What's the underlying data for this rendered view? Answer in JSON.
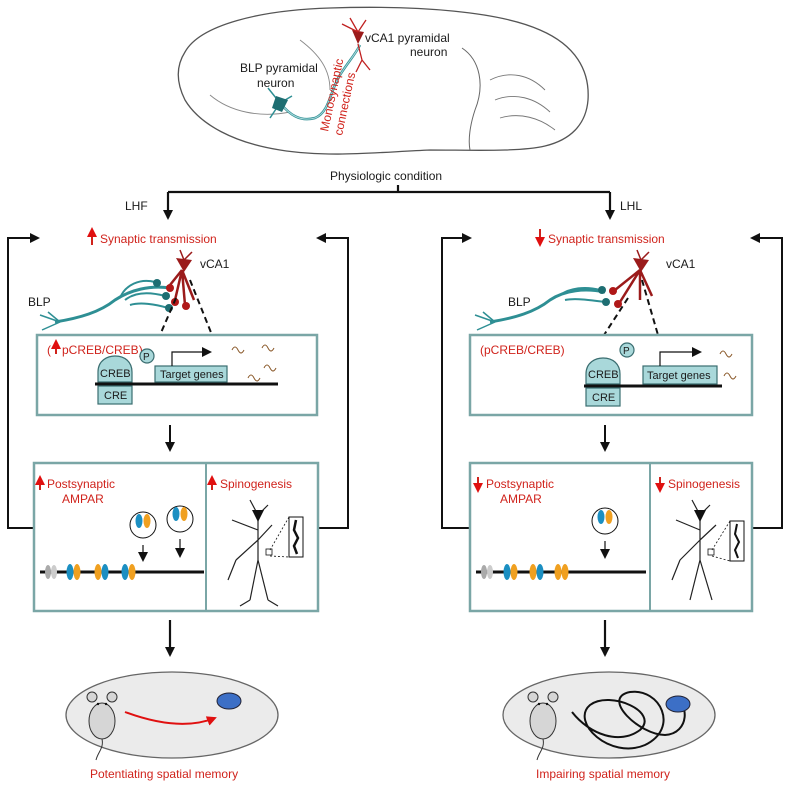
{
  "brain": {
    "blp_label_1": "BLP pyramidal",
    "blp_label_2": "neuron",
    "vca1_label_1": "vCA1 pyramidal",
    "vca1_label_2": "neuron",
    "mono_label_1": "Monosynaptic",
    "mono_label_2": "connections"
  },
  "condition": "Physiologic condition",
  "left": {
    "branch": "LHF",
    "synaptic": "Synaptic transmission",
    "vca1": "vCA1",
    "blp": "BLP",
    "pcreb": "pCREB/CREB)",
    "pcreb_open": "(",
    "creb": "CREB",
    "p": "P",
    "cre": "CRE",
    "target": "Target genes",
    "ampar_1": "Postsynaptic",
    "ampar_2": "AMPAR",
    "spino": "Spinogenesis",
    "outcome": "Potentiating spatial memory"
  },
  "right": {
    "branch": "LHL",
    "synaptic": "Synaptic transmission",
    "vca1": "vCA1",
    "blp": "BLP",
    "pcreb": "(pCREB/CREB)",
    "creb": "CREB",
    "p": "P",
    "cre": "CRE",
    "target": "Target genes",
    "ampar_1": "Postsynaptic",
    "ampar_2": "AMPAR",
    "spino": "Spinogenesis",
    "outcome": "Impairing spatial memory"
  },
  "colors": {
    "accent_red": "#d0231c",
    "box_border": "#7aa6a6",
    "teal": "#2e8f94",
    "dark_red": "#9b1b1b",
    "orange": "#f0a020",
    "blue": "#1b8fc2"
  }
}
